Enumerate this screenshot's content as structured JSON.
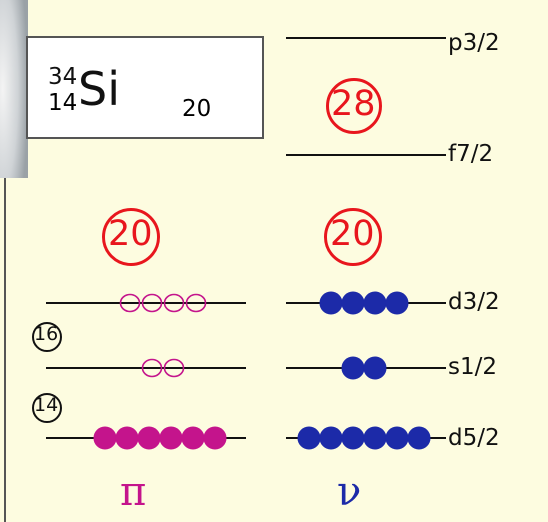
{
  "colors": {
    "background": "#fdfce0",
    "proton": "#c4148c",
    "neutron": "#1c2aa8",
    "magic": "#e8161d",
    "line": "#111111"
  },
  "nucleus": {
    "mass_number": "34",
    "symbol": "Si",
    "proton_number": "14",
    "neutron_number": "20"
  },
  "magic_numbers": {
    "neutron_28": "28",
    "proton_20": "20",
    "neutron_20": "20"
  },
  "proton_markers": {
    "after_s": "16",
    "after_d5": "14"
  },
  "levels": [
    {
      "label": "p3/2",
      "protons_filled": 0,
      "protons_capacity": 0,
      "neutrons_filled": 0
    },
    {
      "label": "f7/2",
      "protons_filled": 0,
      "protons_capacity": 0,
      "neutrons_filled": 0
    },
    {
      "label": "d3/2",
      "protons_filled": 0,
      "protons_capacity": 4,
      "neutrons_filled": 4
    },
    {
      "label": "s1/2",
      "protons_filled": 0,
      "protons_capacity": 2,
      "neutrons_filled": 2
    },
    {
      "label": "d5/2",
      "protons_filled": 6,
      "protons_capacity": 6,
      "neutrons_filled": 6
    }
  ],
  "columns": {
    "proton_symbol": "π",
    "neutron_symbol": "ν"
  }
}
